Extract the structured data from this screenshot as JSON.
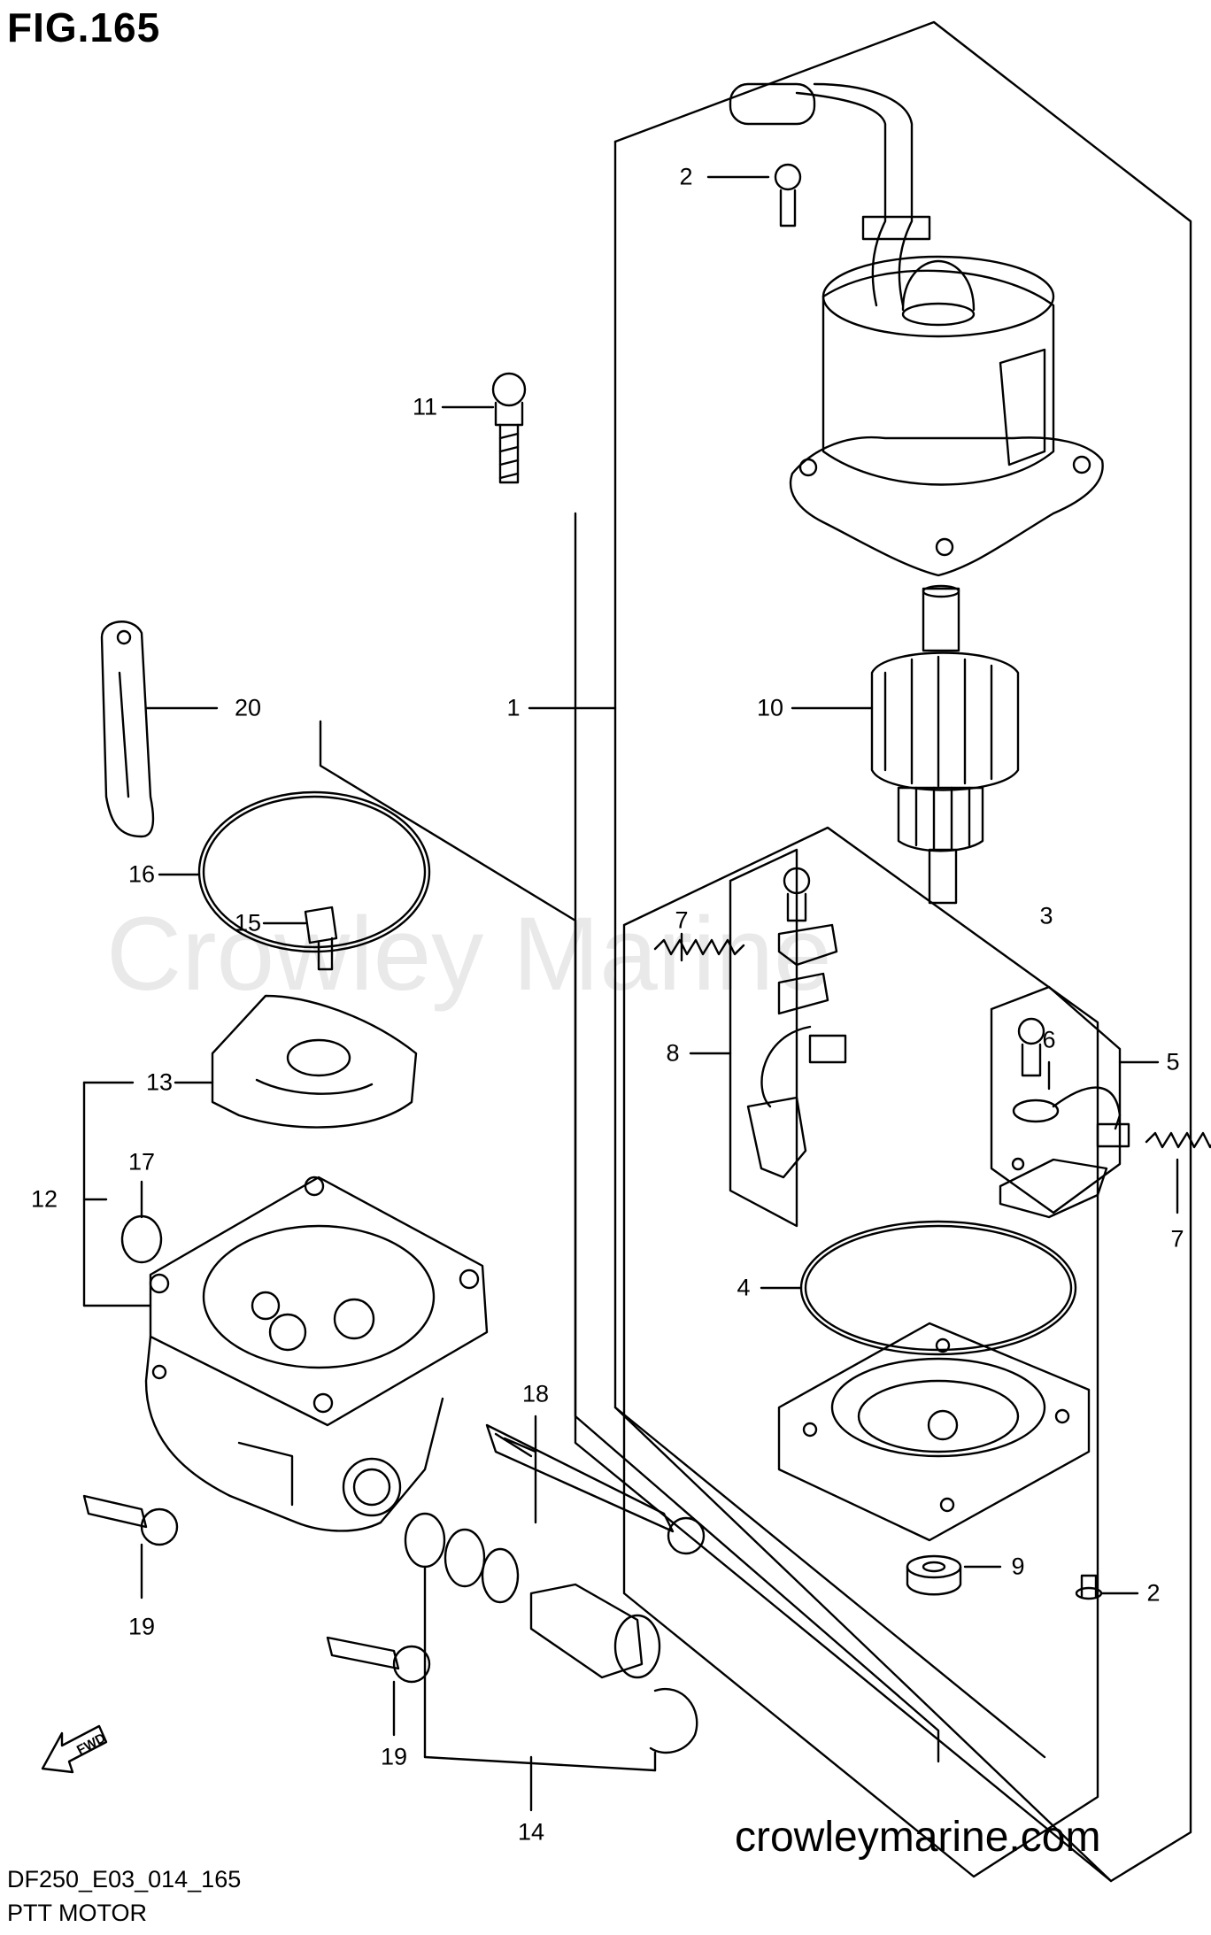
{
  "header": {
    "figure_label": "FIG.165"
  },
  "watermark": {
    "text": "Crowley Marine"
  },
  "footer": {
    "website": "crowleymarine.com",
    "diagram_code": "DF250_E03_014_165",
    "diagram_title": "PTT MOTOR"
  },
  "fwd_arrow": {
    "label": "FWD"
  },
  "callouts": [
    {
      "id": "c1",
      "text": "1"
    },
    {
      "id": "c2a",
      "text": "2"
    },
    {
      "id": "c2b",
      "text": "2"
    },
    {
      "id": "c3",
      "text": "3"
    },
    {
      "id": "c4",
      "text": "4"
    },
    {
      "id": "c5",
      "text": "5"
    },
    {
      "id": "c6",
      "text": "6"
    },
    {
      "id": "c7a",
      "text": "7"
    },
    {
      "id": "c7b",
      "text": "7"
    },
    {
      "id": "c8",
      "text": "8"
    },
    {
      "id": "c9",
      "text": "9"
    },
    {
      "id": "c10",
      "text": "10"
    },
    {
      "id": "c11",
      "text": "11"
    },
    {
      "id": "c12",
      "text": "12"
    },
    {
      "id": "c13",
      "text": "13"
    },
    {
      "id": "c14",
      "text": "14"
    },
    {
      "id": "c15",
      "text": "15"
    },
    {
      "id": "c16",
      "text": "16"
    },
    {
      "id": "c17",
      "text": "17"
    },
    {
      "id": "c18",
      "text": "18"
    },
    {
      "id": "c19a",
      "text": "19"
    },
    {
      "id": "c19b",
      "text": "19"
    },
    {
      "id": "c20",
      "text": "20"
    }
  ]
}
